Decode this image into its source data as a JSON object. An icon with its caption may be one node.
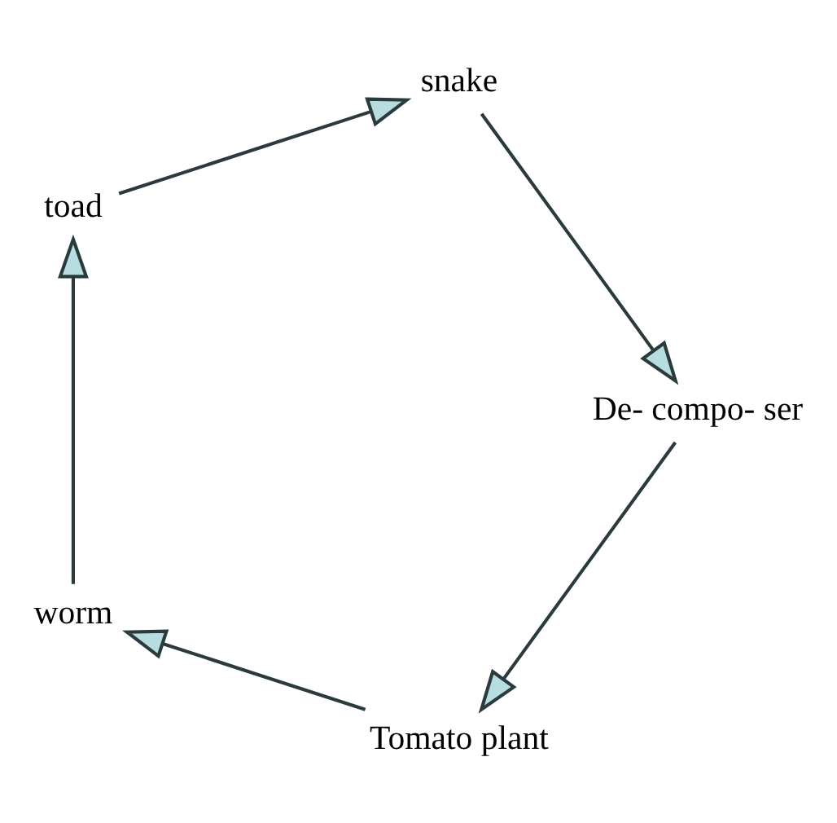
{
  "diagram": {
    "nodes": [
      {
        "text": [
          "Tomato plant"
        ]
      },
      {
        "text": [
          "worm"
        ]
      },
      {
        "text": [
          "toad"
        ]
      },
      {
        "text": [
          "snake"
        ]
      },
      {
        "text": [
          "De- compo- ser"
        ]
      }
    ],
    "edges": [
      {
        "from": 0,
        "to": 1,
        "arrow": "to"
      },
      {
        "from": 1,
        "to": 2,
        "arrow": "to"
      },
      {
        "from": 2,
        "to": 3,
        "arrow": "to"
      },
      {
        "from": 3,
        "to": 4,
        "arrow": "to"
      },
      {
        "from": 4,
        "to": 0,
        "arrow": "to"
      }
    ]
  }
}
